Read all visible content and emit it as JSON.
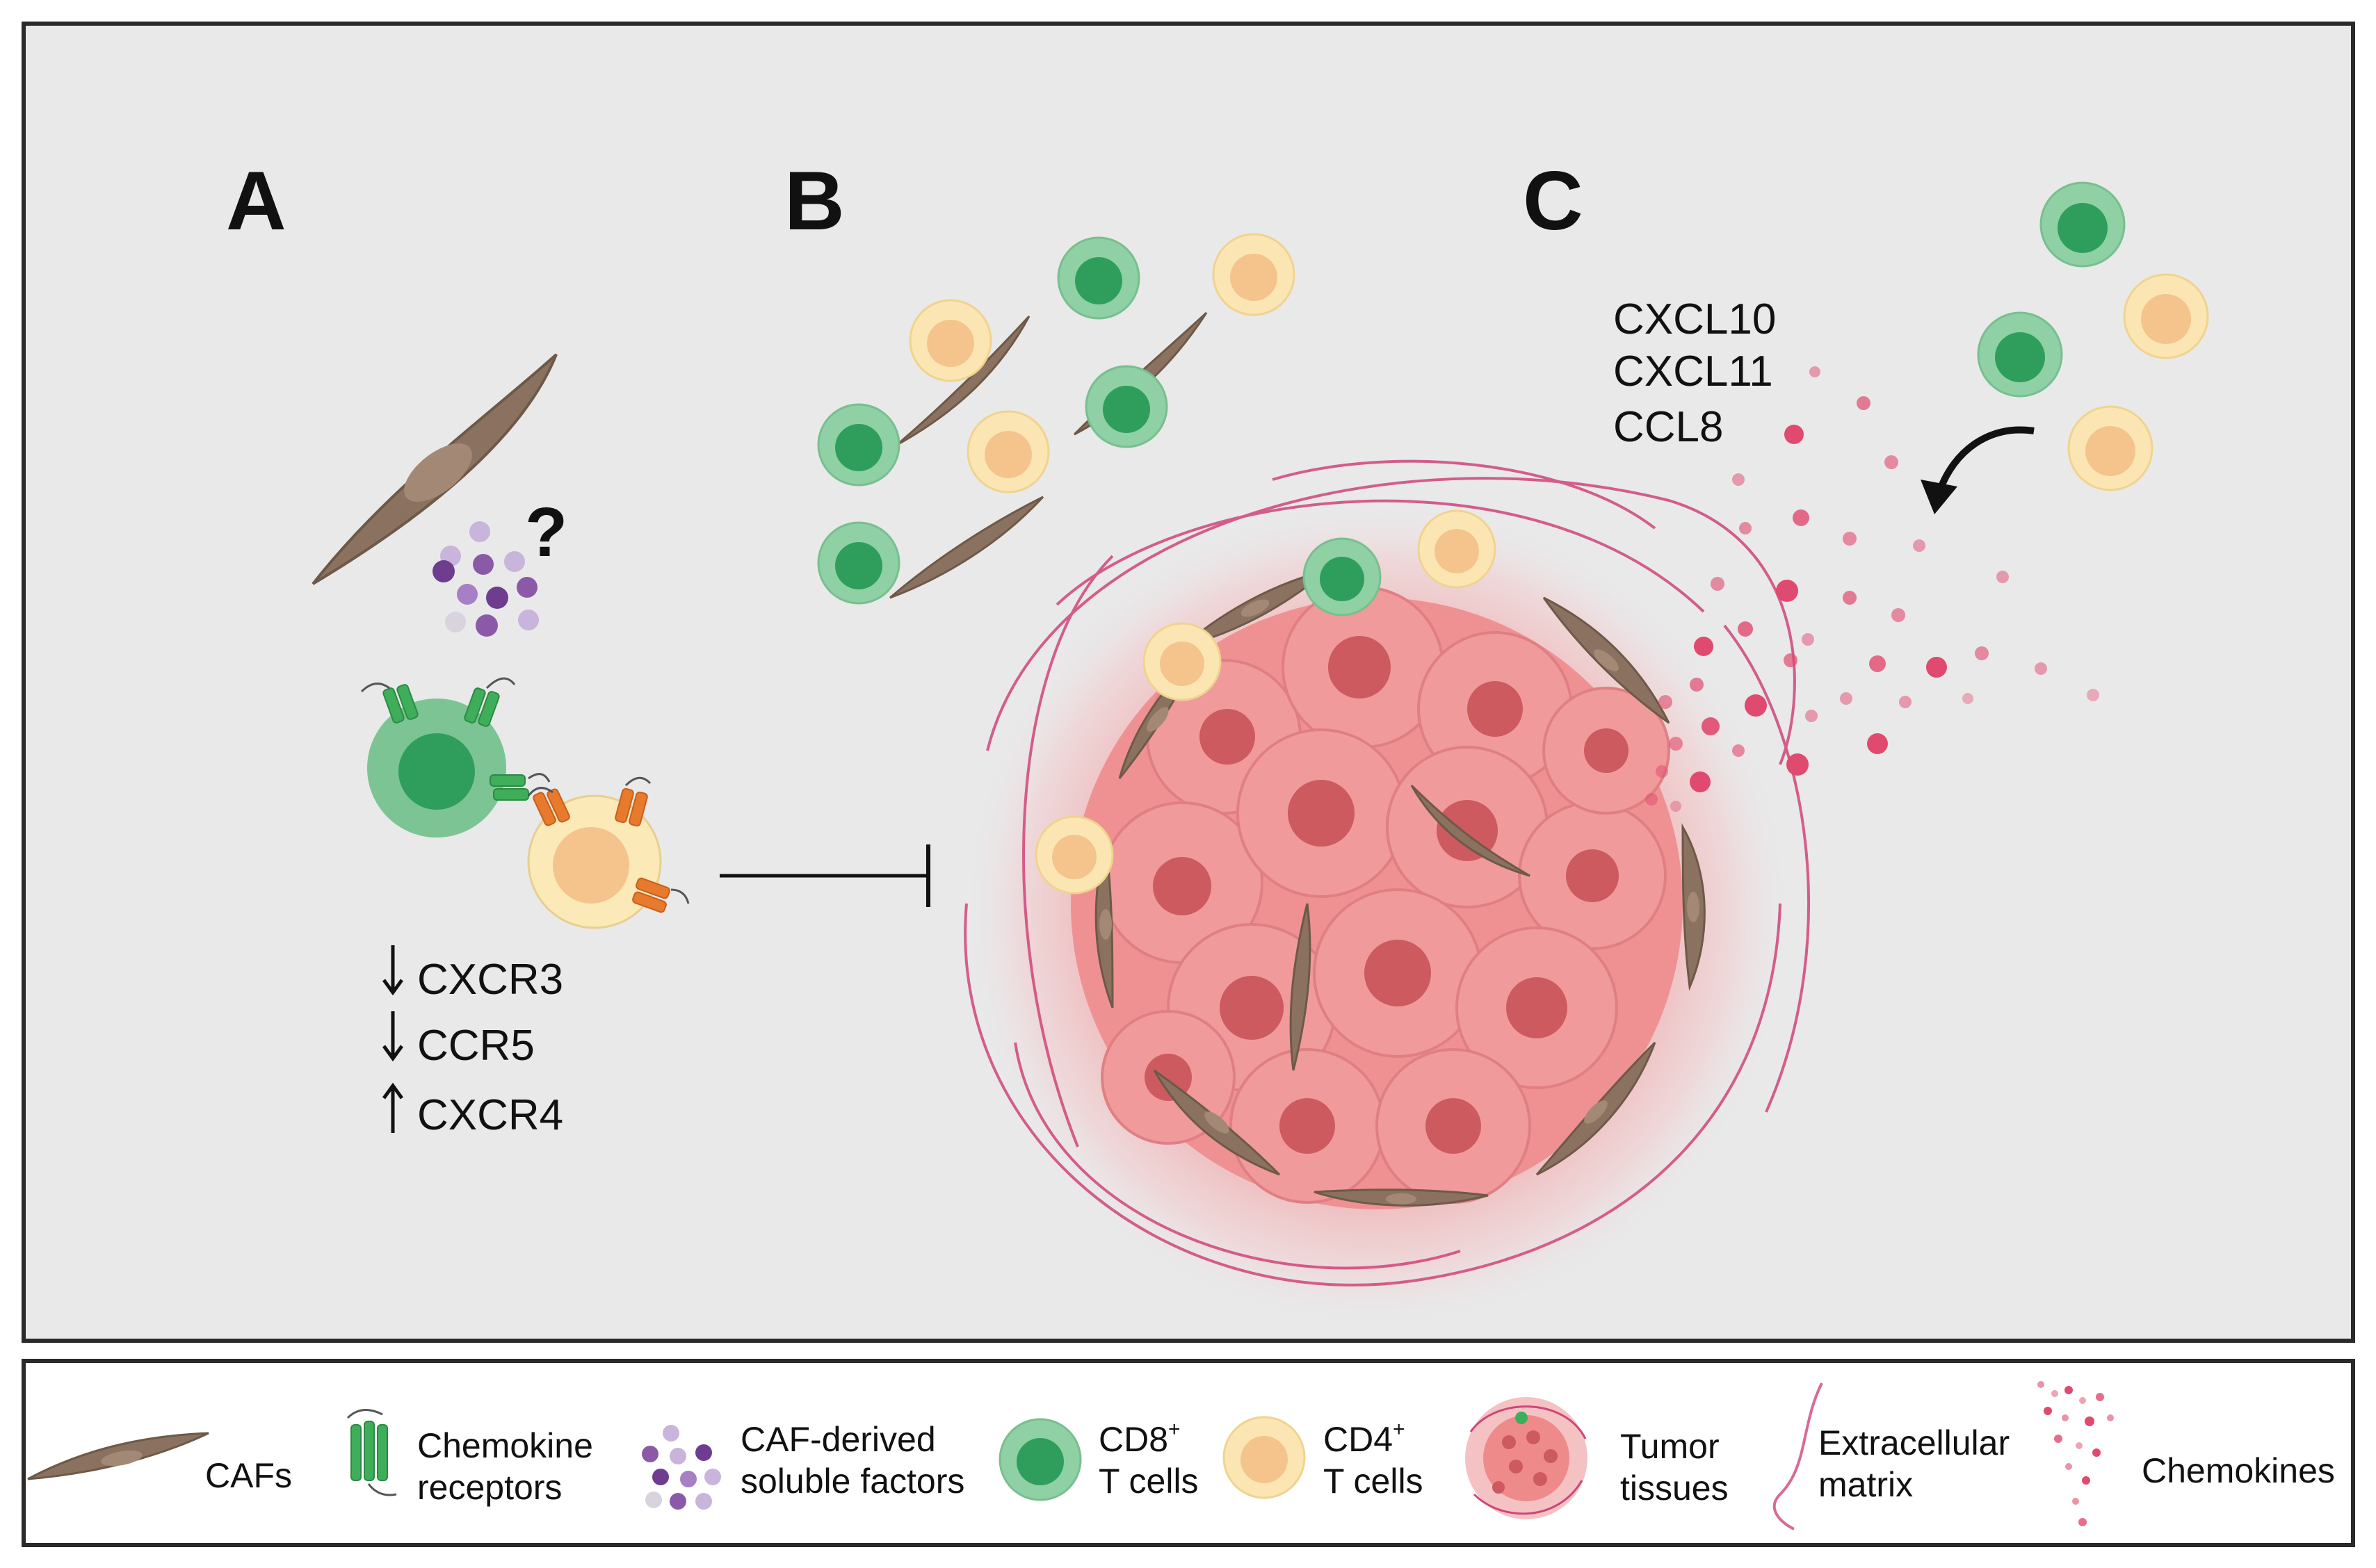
{
  "panels": {
    "a": "A",
    "b": "B",
    "c": "C"
  },
  "panel_a": {
    "question": "?",
    "receptors": [
      {
        "arrow": "down",
        "name": "CXCR3"
      },
      {
        "arrow": "down",
        "name": "CCR5"
      },
      {
        "arrow": "up",
        "name": "CXCR4"
      }
    ]
  },
  "panel_c": {
    "chemokines": [
      "CXCL10",
      "CXCL11",
      "CCL8"
    ]
  },
  "legend": {
    "cafs": "CAFs",
    "chemokine_receptors": [
      "Chemokine",
      "receptors"
    ],
    "caf_factors": [
      "CAF-derived",
      "soluble factors"
    ],
    "cd8": {
      "title": "CD8",
      "sup": "+",
      "line2": "T cells"
    },
    "cd4": {
      "title": "CD4",
      "sup": "+",
      "line2": "T cells"
    },
    "tumor": [
      "Tumor",
      "tissues"
    ],
    "ecm": [
      "Extracellular",
      "matrix"
    ],
    "chemokines": "Chemokines"
  },
  "colors": {
    "panel_bg": "#e9e9ea",
    "border": "#2a2a2a",
    "caf": "#8b7260",
    "caf_nucleus": "#a48876",
    "cd8_outer": "#8fd0a4",
    "cd8_inner": "#2f9e5c",
    "cd4_outer": "#fbe6b3",
    "cd4_inner": "#f4c48c",
    "tumor": "#ee8a8a",
    "tumor_nucleus": "#cc5a5e",
    "ecm": "#d0457a",
    "chemokine": "#e04a6e",
    "factor_dark": "#6e3d8f",
    "factor_light": "#c9b4dc",
    "receptor_green": "#3fae5a",
    "receptor_orange": "#e77a2c"
  }
}
